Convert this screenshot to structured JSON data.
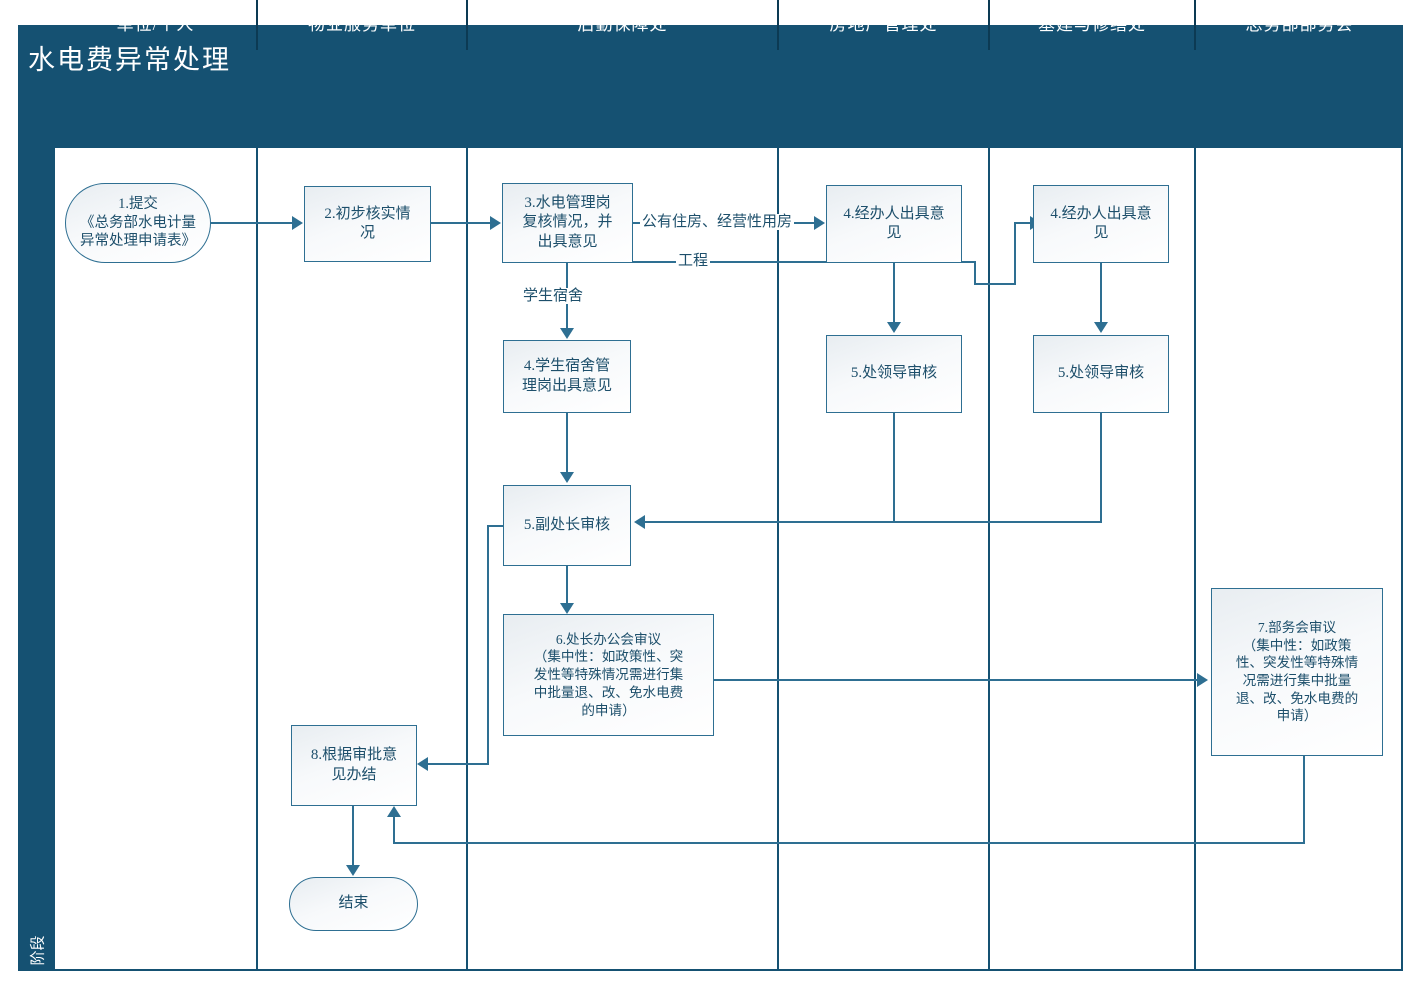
{
  "header": {
    "title": "水电费异常处理",
    "phase_label": "阶段"
  },
  "lanes": [
    {
      "id": "unit",
      "label": "单位/个人"
    },
    {
      "id": "property",
      "label": "物业服务单位"
    },
    {
      "id": "logistics",
      "label": "后勤保障处"
    },
    {
      "id": "realestate",
      "label": "房地产管理处"
    },
    {
      "id": "construction",
      "label": "基建与修缮处"
    },
    {
      "id": "board",
      "label": "总务部部务会"
    }
  ],
  "nodes": [
    {
      "id": "n1",
      "lane": "unit",
      "shape": "oval",
      "text": "1.提交\n《总务部水电计量\n异常处理申请表》"
    },
    {
      "id": "n2",
      "lane": "property",
      "shape": "rect",
      "text": "2.初步核实情\n况"
    },
    {
      "id": "n3",
      "lane": "logistics",
      "shape": "rect",
      "text": "3.水电管理岗\n复核情况，并\n出具意见"
    },
    {
      "id": "n4a",
      "lane": "realestate",
      "shape": "rect",
      "text": "4.经办人出具意\n见"
    },
    {
      "id": "n4b",
      "lane": "construction",
      "shape": "rect",
      "text": "4.经办人出具意\n见"
    },
    {
      "id": "n4c",
      "lane": "logistics",
      "shape": "rect",
      "text": "4.学生宿舍管\n理岗出具意见"
    },
    {
      "id": "n5a",
      "lane": "realestate",
      "shape": "rect",
      "text": "5.处领导审核"
    },
    {
      "id": "n5b",
      "lane": "construction",
      "shape": "rect",
      "text": "5.处领导审核"
    },
    {
      "id": "n5c",
      "lane": "logistics",
      "shape": "rect",
      "text": "5.副处长审核"
    },
    {
      "id": "n6",
      "lane": "logistics",
      "shape": "rect",
      "text": "6.处长办公会审议\n（集中性：如政策性、突\n发性等特殊情况需进行集\n中批量退、改、免水电费\n的申请）"
    },
    {
      "id": "n7",
      "lane": "board",
      "shape": "rect",
      "text": "7.部务会审议\n（集中性：如政策\n性、突发性等特殊情\n况需进行集中批量\n退、改、免水电费的\n申请）"
    },
    {
      "id": "n8",
      "lane": "property",
      "shape": "rect",
      "text": "8.根据审批意\n见办结"
    },
    {
      "id": "n9",
      "lane": "property",
      "shape": "oval",
      "text": "结束"
    }
  ],
  "edge_labels": {
    "public_housing": "公有住房、经营性用房",
    "engineering": "工程",
    "student_dorm": "学生宿舍"
  },
  "colors": {
    "header_bg": "#155172",
    "line": "#2e6f92",
    "text": "#1d4f6b",
    "node_fill": "#f2f5f8"
  }
}
